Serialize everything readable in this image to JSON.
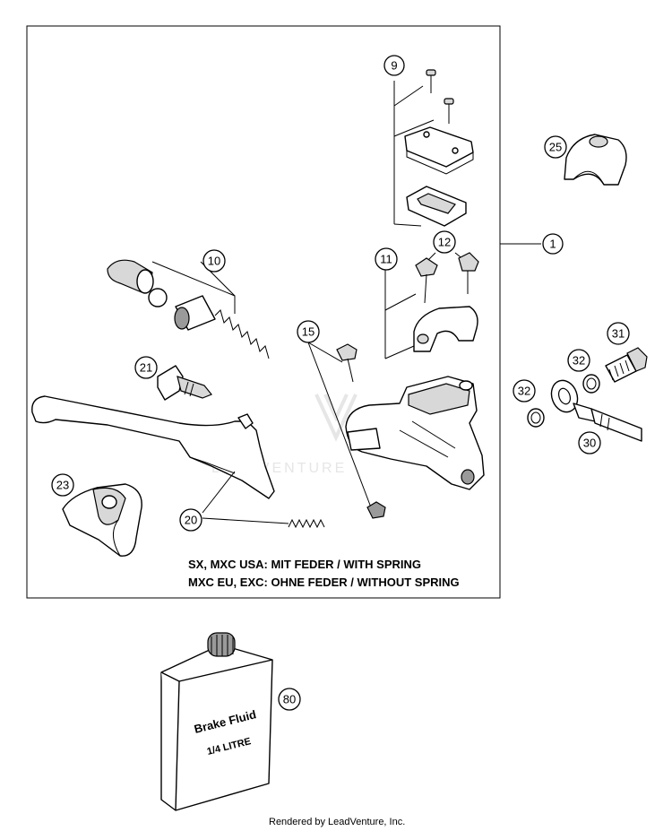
{
  "callouts": {
    "c1": "1",
    "c9": "9",
    "c10": "10",
    "c11": "11",
    "c12": "12",
    "c15": "15",
    "c20": "20",
    "c21": "21",
    "c23": "23",
    "c25": "25",
    "c30": "30",
    "c31": "31",
    "c32a": "32",
    "c32b": "32",
    "c80": "80"
  },
  "notes": {
    "line1": "SX, MXC USA: MIT FEDER / WITH SPRING",
    "line2": "MXC EU, EXC: OHNE FEDER / WITHOUT SPRING"
  },
  "bottle": {
    "label1": "Brake Fluid",
    "label2": "1/4 LITRE"
  },
  "watermark": "LEADVENTURE",
  "credit": "Rendered by LeadVenture, Inc."
}
